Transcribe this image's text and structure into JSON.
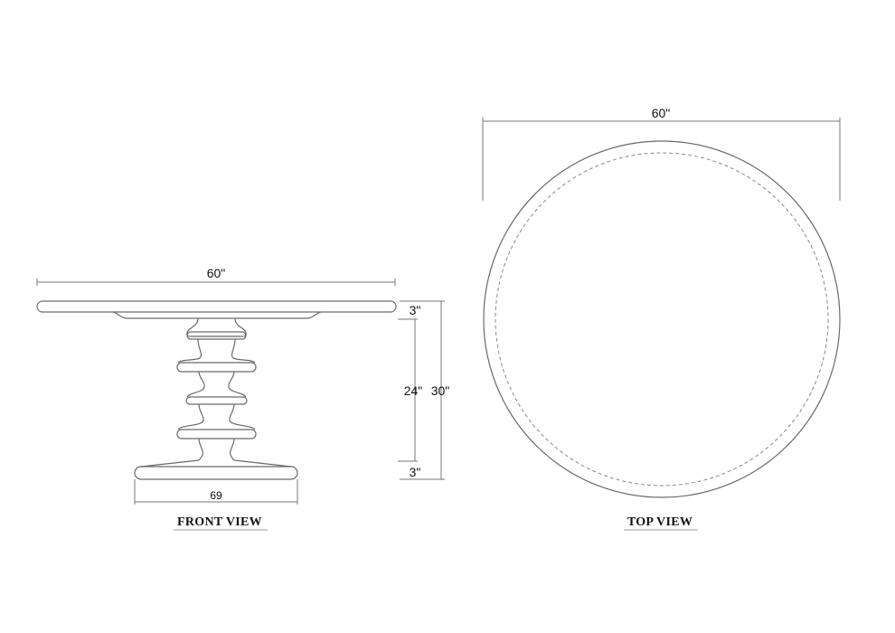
{
  "front_view": {
    "title": "FRONT VIEW",
    "top_width_label": "60\"",
    "base_width_label": "69",
    "top_thickness_label": "3\"",
    "pedestal_height_label": "24\"",
    "base_thickness_label": "3\"",
    "overall_height_label": "30\""
  },
  "top_view": {
    "title": "TOP VIEW",
    "diameter_label": "60\""
  },
  "colors": {
    "line": "#6a6a6a",
    "text": "#111111",
    "background": "#ffffff"
  }
}
